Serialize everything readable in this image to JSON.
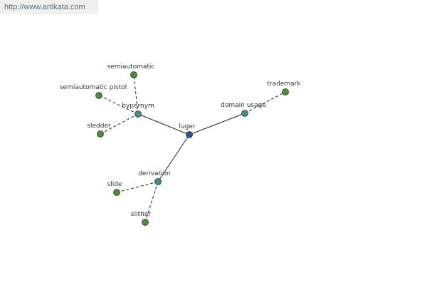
{
  "watermark": "http://www.artikata.com",
  "colors": {
    "center_node": "#3a4f8f",
    "relation_node": "#4d8c8c",
    "leaf_node": "#4f8a3f",
    "edge": "#222222"
  },
  "graph": {
    "center": {
      "id": "luger",
      "label": "luger"
    },
    "relations": [
      {
        "id": "hypernym",
        "label": "hypernym",
        "leaves": [
          "semiautomatic",
          "semiautomatic pistol",
          "sledder"
        ]
      },
      {
        "id": "domain-usage",
        "label": "domain usage",
        "leaves": [
          "trademark"
        ]
      },
      {
        "id": "derivation",
        "label": "derivation",
        "leaves": [
          "slide",
          "slither"
        ]
      }
    ]
  }
}
